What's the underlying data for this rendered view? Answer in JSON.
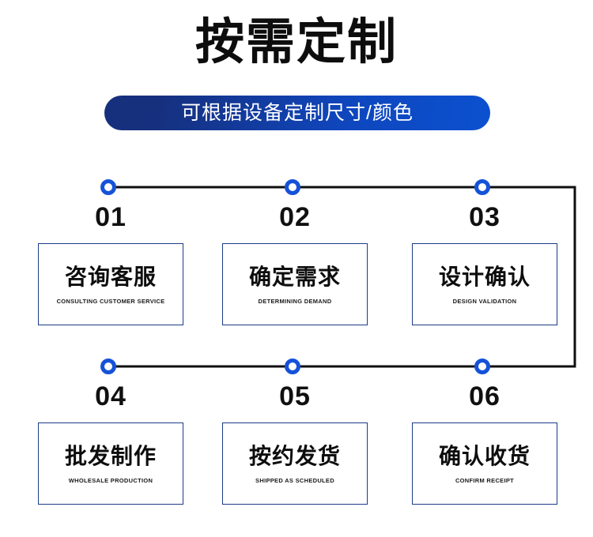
{
  "header": {
    "title": "按需定制",
    "pill_text": "可根据设备定制尺寸/颜色",
    "pill_gradient_start": "#16307e",
    "pill_gradient_end": "#0b51d0"
  },
  "theme": {
    "node_color": "#1552d8",
    "card_border": "#1c3c86",
    "connector_color": "#0f0f0f",
    "text_color": "#0d0d0d",
    "background": "#ffffff"
  },
  "flow": {
    "rows": [
      {
        "steps": [
          {
            "number": "01",
            "title_cn": "咨询客服",
            "title_en": "CONSULTING CUSTOMER SERVICE"
          },
          {
            "number": "02",
            "title_cn": "确定需求",
            "title_en": "DETERMINING DEMAND"
          },
          {
            "number": "03",
            "title_cn": "设计确认",
            "title_en": "DESIGN VALIDATION"
          }
        ]
      },
      {
        "steps": [
          {
            "number": "04",
            "title_cn": "批发制作",
            "title_en": "WHOLESALE PRODUCTION"
          },
          {
            "number": "05",
            "title_cn": "按约发货",
            "title_en": "SHIPPED AS SCHEDULED"
          },
          {
            "number": "06",
            "title_cn": "确认收货",
            "title_en": "CONFIRM RECEIPT"
          }
        ]
      }
    ]
  }
}
